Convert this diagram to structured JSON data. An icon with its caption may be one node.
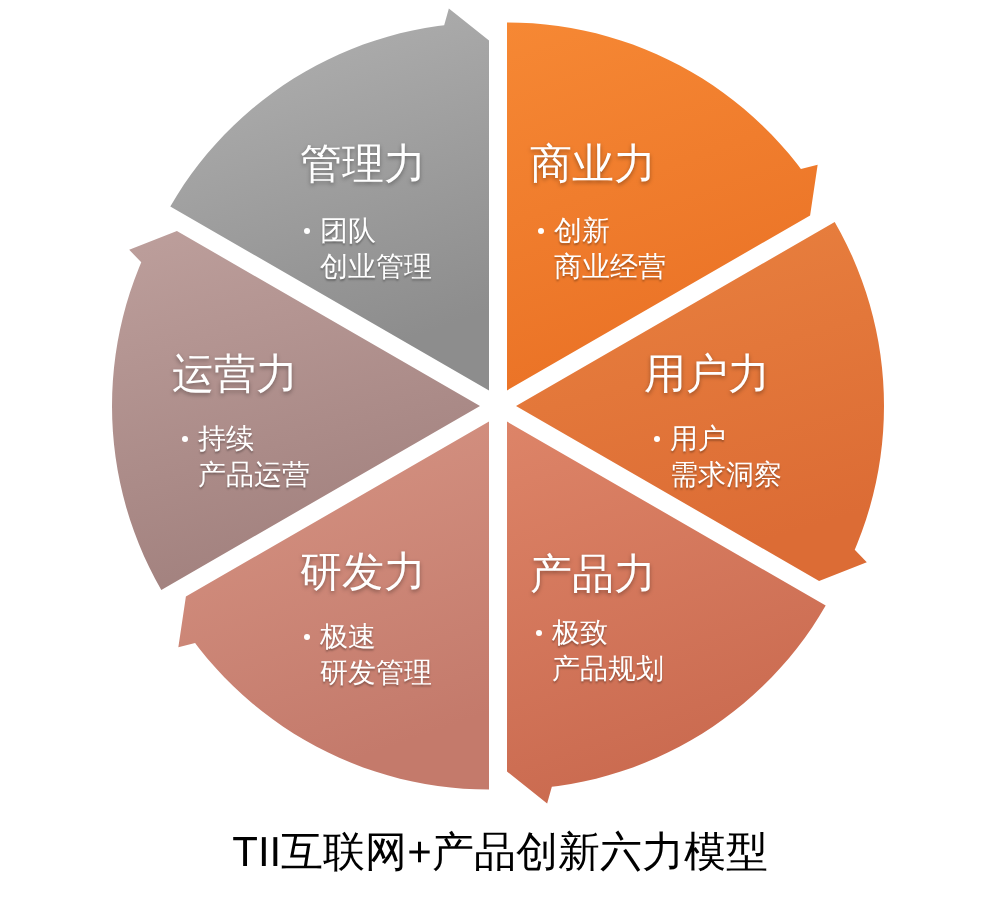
{
  "diagram": {
    "caption": "TII互联网+产品创新六力模型",
    "nodes": [
      {
        "text": [
          "管理力",
          "团队创业管理"
        ]
      },
      {
        "text": [
          "商业力",
          "创新商业经营"
        ]
      },
      {
        "text": [
          "运营力",
          "持续产品运营"
        ]
      },
      {
        "text": [
          "用户力",
          "用户需求洞察"
        ]
      },
      {
        "text": [
          "研发力",
          "极速研发管理"
        ]
      },
      {
        "text": [
          "产品力",
          "极致产品规划"
        ]
      }
    ]
  }
}
